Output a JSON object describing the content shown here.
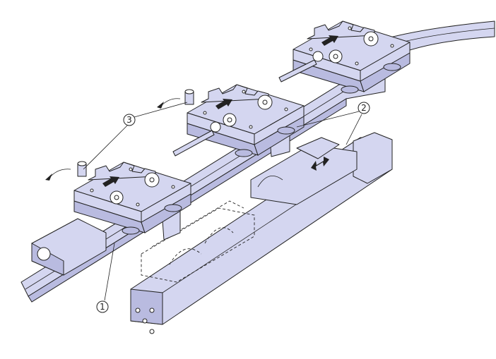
{
  "callouts": {
    "c1": "1",
    "c2": "2",
    "c3": "3"
  },
  "colors": {
    "part_fill": "#d4d6f0",
    "line": "#222222"
  }
}
